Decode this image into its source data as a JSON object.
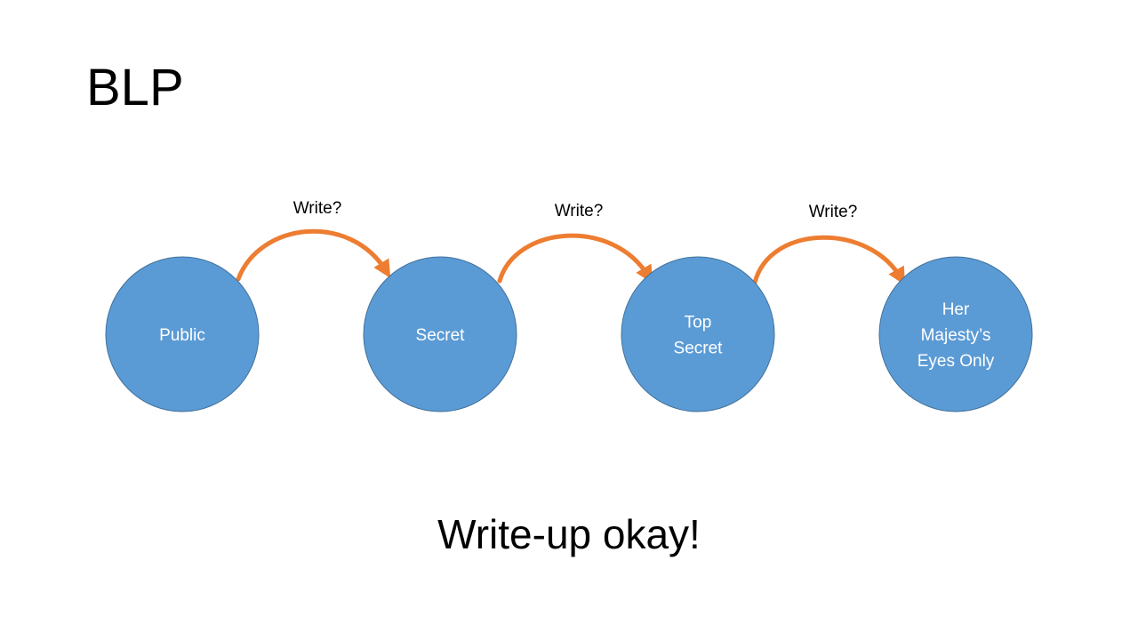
{
  "title": "BLP",
  "caption": "Write-up okay!",
  "colors": {
    "node_fill": "#5b9bd5",
    "node_stroke": "#41719c",
    "arrow": "#ed7d31",
    "node_text": "#ffffff"
  },
  "nodes": [
    {
      "id": "public",
      "lines": [
        "Public"
      ]
    },
    {
      "id": "secret",
      "lines": [
        "Secret"
      ]
    },
    {
      "id": "top-secret",
      "lines": [
        "Top",
        "Secret"
      ]
    },
    {
      "id": "her-majestys-eyes-only",
      "lines": [
        "Her",
        "Majesty’s",
        "Eyes Only"
      ]
    }
  ],
  "edges": [
    {
      "from": "public",
      "to": "secret",
      "label": "Write?"
    },
    {
      "from": "secret",
      "to": "top-secret",
      "label": "Write?"
    },
    {
      "from": "top-secret",
      "to": "her-majestys-eyes-only",
      "label": "Write?"
    }
  ]
}
